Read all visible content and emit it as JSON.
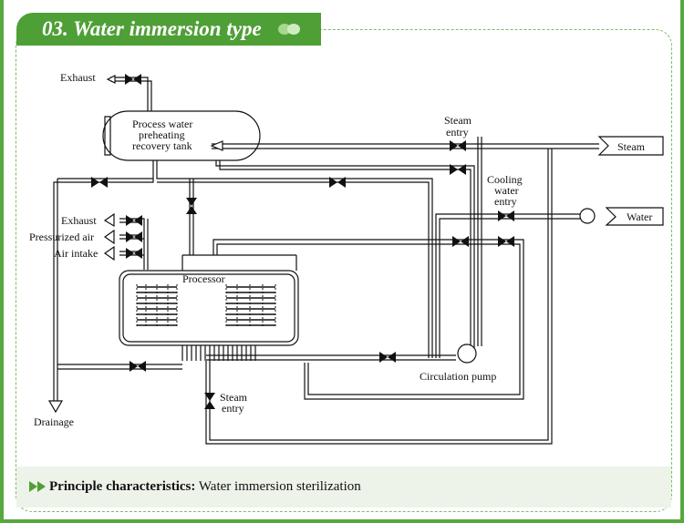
{
  "header": {
    "title": "03. Water immersion type"
  },
  "diagram": {
    "labels": {
      "exhaust_top": "Exhaust",
      "tank_1": "Process water",
      "tank_2": "preheating",
      "tank_3": "recovery tank",
      "steam_entry_top_1": "Steam",
      "steam_entry_top_2": "entry",
      "steam_source": "Steam",
      "cooling_1": "Cooling",
      "cooling_2": "water",
      "cooling_3": "entry",
      "water_source": "Water",
      "exhaust_mid": "Exhaust",
      "pressurized_air": "Pressurized air",
      "air_intake": "Air intake",
      "processor": "Processor",
      "circulation_pump": "Circulation pump",
      "steam_entry_bottom_1": "Steam",
      "steam_entry_bottom_2": "entry",
      "drainage": "Drainage"
    }
  },
  "footer": {
    "label": "Principle characteristics:",
    "value": "Water immersion sterilization"
  },
  "colors": {
    "accent": "#4f9f37",
    "line": "#111111"
  }
}
